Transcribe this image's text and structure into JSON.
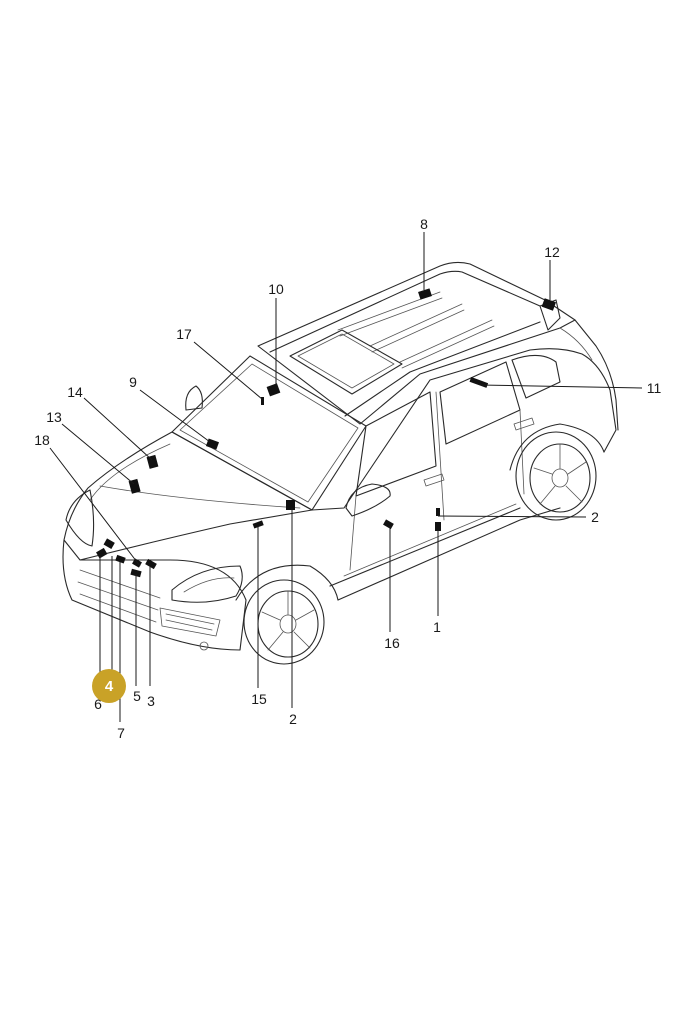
{
  "diagram": {
    "callouts": [
      {
        "id": "c8",
        "label": "8"
      },
      {
        "id": "c12",
        "label": "12"
      },
      {
        "id": "c10",
        "label": "10"
      },
      {
        "id": "c17",
        "label": "17"
      },
      {
        "id": "c9",
        "label": "9"
      },
      {
        "id": "c11",
        "label": "11"
      },
      {
        "id": "c14",
        "label": "14"
      },
      {
        "id": "c13",
        "label": "13"
      },
      {
        "id": "c18",
        "label": "18"
      },
      {
        "id": "c2a",
        "label": "2"
      },
      {
        "id": "c1",
        "label": "1"
      },
      {
        "id": "c16",
        "label": "16"
      },
      {
        "id": "c15",
        "label": "15"
      },
      {
        "id": "c2b",
        "label": "2"
      },
      {
        "id": "c3",
        "label": "3"
      },
      {
        "id": "c5",
        "label": "5"
      },
      {
        "id": "c6",
        "label": "6"
      },
      {
        "id": "c7",
        "label": "7"
      }
    ],
    "highlight": {
      "label": "4",
      "color": "#c9a227"
    }
  }
}
